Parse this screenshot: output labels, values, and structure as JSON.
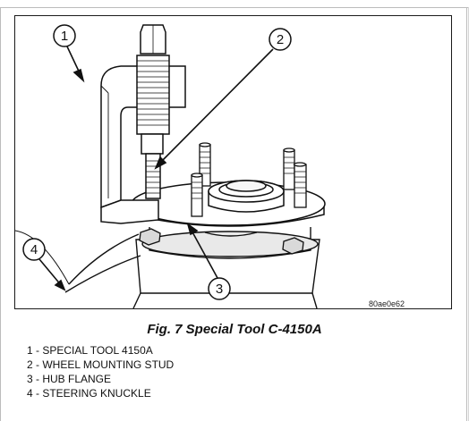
{
  "figure": {
    "callouts": [
      "1",
      "2",
      "3",
      "4"
    ],
    "image_code": "80ae0e62",
    "caption": "Fig. 7 Special Tool C-4150A"
  },
  "legend": [
    "1 - SPECIAL TOOL 4150A",
    "2 - WHEEL MOUNTING STUD",
    "3 - HUB FLANGE",
    "4 - STEERING KNUCKLE"
  ]
}
